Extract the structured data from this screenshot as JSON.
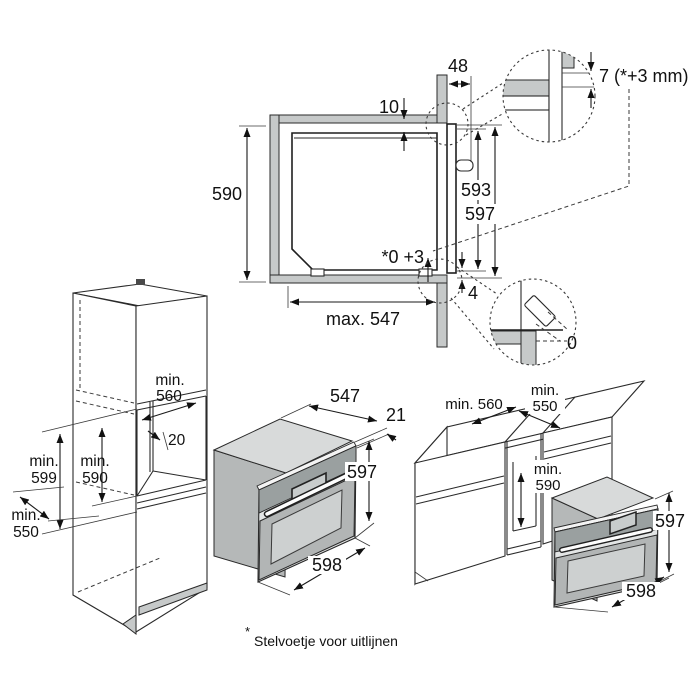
{
  "section": {
    "front_offset": "48",
    "top_gap": "10",
    "niche_height": "590",
    "oven_height_1": "593",
    "oven_height_2": "597",
    "foot_adjust": "*0 +3",
    "max_depth": "max. 547",
    "bottom_gap": "4",
    "detail_top": "7 (*+3 mm)",
    "detail_bottom": "0"
  },
  "tall_cabinet": {
    "min_label_width": "min.",
    "niche_width": "560",
    "back_gap": "20",
    "min_label_outer": "min.",
    "height_outer": "599",
    "min_label_inner": "min.",
    "height_inner": "590",
    "min_label_depth": "min.",
    "depth": "550"
  },
  "oven": {
    "depth": "547",
    "panel_depth": "21",
    "height": "597",
    "width": "598"
  },
  "base_cabinet": {
    "depth": "min. 560",
    "min_label_width": "min.",
    "niche_width": "550",
    "min_label_height": "min.",
    "niche_height": "590",
    "oven_height": "597",
    "oven_width": "598"
  },
  "footnote": {
    "marker": "*",
    "text": "Stelvoetje voor uitlijnen"
  }
}
